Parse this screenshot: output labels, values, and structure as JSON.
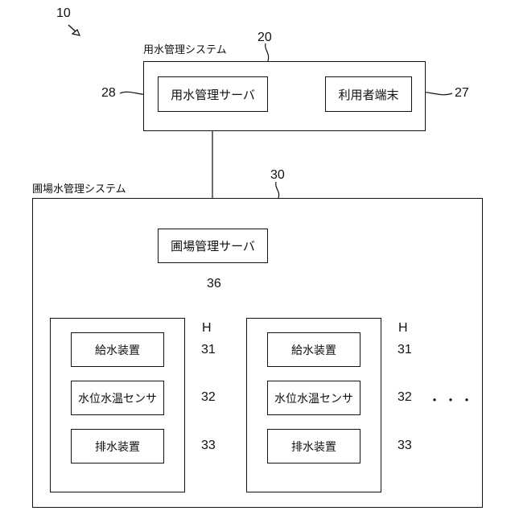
{
  "figure_ref": "10",
  "water_system": {
    "label": "用水管理システム",
    "ref": "20",
    "server": {
      "label": "用水管理サーバ",
      "ref": "28"
    },
    "terminal": {
      "label": "利用者端末",
      "ref": "27"
    }
  },
  "field_system": {
    "label": "圃場水管理システム",
    "ref": "30",
    "server": {
      "label": "圃場管理サーバ",
      "ref": "36"
    },
    "fields": [
      {
        "ref": "H",
        "devices": [
          {
            "label": "給水装置",
            "ref": "31"
          },
          {
            "label": "水位水温センサ",
            "ref": "32"
          },
          {
            "label": "排水装置",
            "ref": "33"
          }
        ]
      },
      {
        "ref": "H",
        "devices": [
          {
            "label": "給水装置",
            "ref": "31"
          },
          {
            "label": "水位水温センサ",
            "ref": "32"
          },
          {
            "label": "排水装置",
            "ref": "33"
          }
        ]
      }
    ],
    "more": "・・・"
  }
}
